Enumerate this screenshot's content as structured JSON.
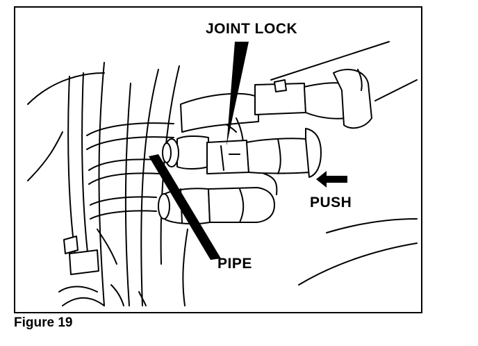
{
  "labels": {
    "joint_lock": "JOINT LOCK",
    "push": "PUSH",
    "pipe": "PIPE"
  },
  "caption": "Figure 19"
}
